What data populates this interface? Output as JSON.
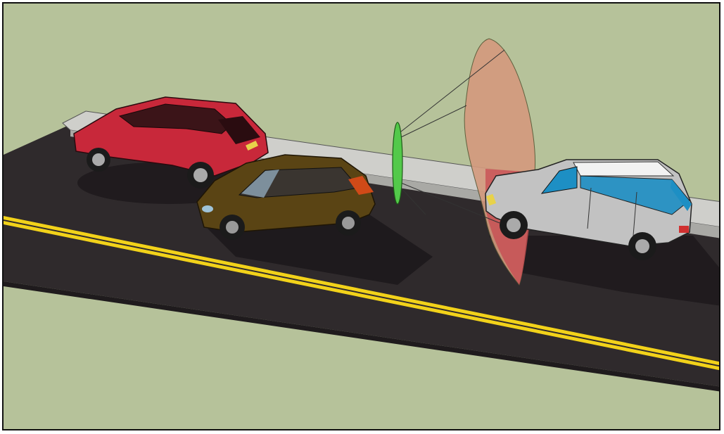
{
  "scene": {
    "colors": {
      "ground": "#b6c29a",
      "asphalt": "#2f2a2c",
      "curb": "#c9c9c5",
      "line": "#f2d21a",
      "red_car": "#c8283a",
      "brown_car": "#5a4414",
      "silver_car": "#bfbfbf",
      "silver_glass": "#1d8fc4",
      "green_disc": "#53c94a",
      "orange_cone": "#d49a7e",
      "red_cone": "#c84a52"
    },
    "objects": [
      "red-suv",
      "brown-hatchback",
      "silver-suv",
      "green-view-ellipse",
      "view-cone",
      "double-yellow-line",
      "curb"
    ]
  }
}
